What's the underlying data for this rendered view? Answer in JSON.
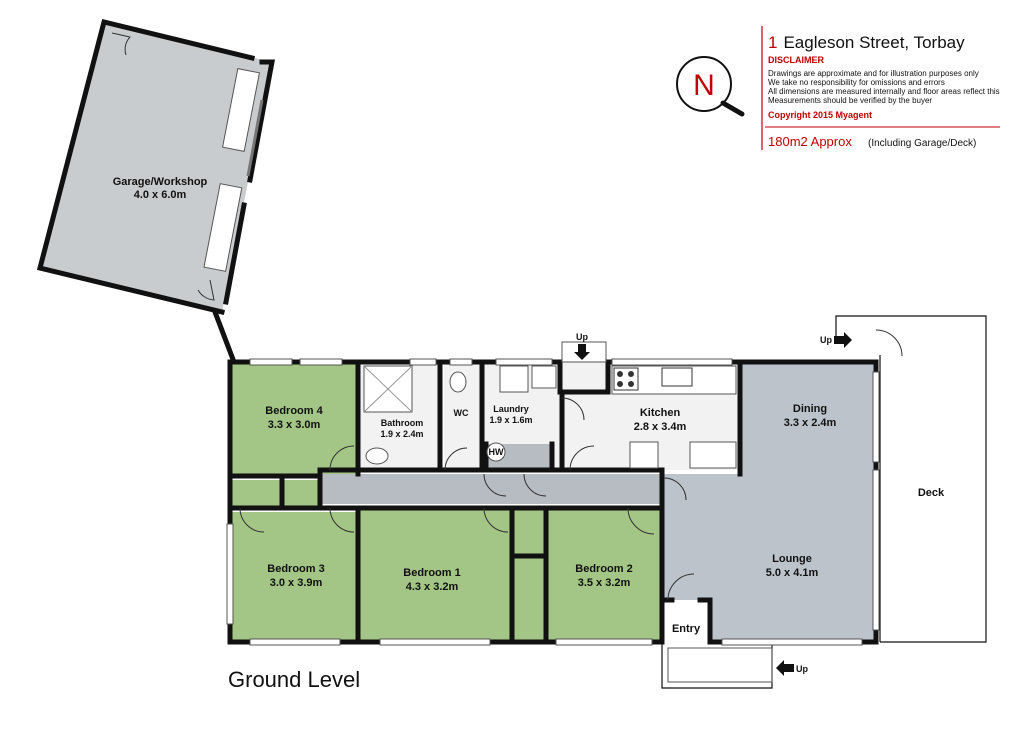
{
  "header": {
    "address_number": "1",
    "address_street": "Eagleson Street, Torbay",
    "disclaimer_title": "DISCLAIMER",
    "disclaimer_lines": [
      "Drawings are approximate and for illustration purposes only",
      "We take no responsibility for omissions and errors",
      "All dimensions are measured internally and floor areas reflect this",
      "Measurements should be verified by the buyer"
    ],
    "copyright": "Copyright 2015   Myagent",
    "area": "180m2 Approx",
    "area_note": "(Including Garage/Deck)"
  },
  "compass": {
    "letter": "N"
  },
  "level_label": "Ground Level",
  "rooms": {
    "garage": {
      "name": "Garage/Workshop",
      "size": "4.0 x 6.0m"
    },
    "bedroom4": {
      "name": "Bedroom 4",
      "size": "3.3 x 3.0m"
    },
    "bathroom": {
      "name": "Bathroom",
      "size": "1.9 x 2.4m"
    },
    "wc": {
      "name": "WC"
    },
    "laundry": {
      "name": "Laundry",
      "size": "1.9 x 1.6m"
    },
    "kitchen": {
      "name": "Kitchen",
      "size": "2.8 x 3.4m"
    },
    "dining": {
      "name": "Dining",
      "size": "3.3 x 2.4m"
    },
    "deck": {
      "name": "Deck"
    },
    "bedroom3": {
      "name": "Bedroom 3",
      "size": "3.0 x 3.9m"
    },
    "bedroom1": {
      "name": "Bedroom 1",
      "size": "4.3 x 3.2m"
    },
    "bedroom2": {
      "name": "Bedroom 2",
      "size": "3.5 x 3.2m"
    },
    "lounge": {
      "name": "Lounge",
      "size": "5.0 x 4.1m"
    },
    "entry": {
      "name": "Entry"
    }
  },
  "fixtures": {
    "hot_water": "HW"
  },
  "stairs": {
    "laundry_up": "Up",
    "deck_up": "Up",
    "entry_up": "Up"
  },
  "colors": {
    "bedroom": "#a3c585",
    "wet_area": "#f2f2f2",
    "living": "#bcc3ca",
    "garage": "#c9ccce",
    "hallway": "#b7bcc2",
    "accent": "#c00000"
  }
}
